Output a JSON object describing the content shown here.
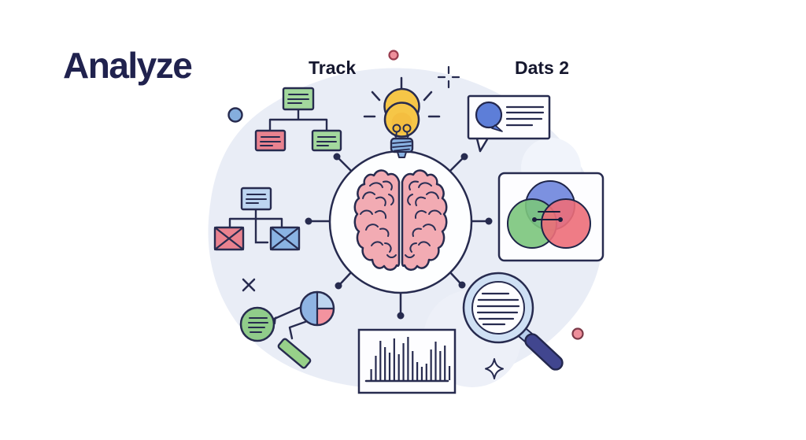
{
  "title": "Analyze",
  "labels": {
    "track": "Track",
    "dats": "Dats 2"
  },
  "palette": {
    "outline": "#272b4f",
    "background": "#ffffff",
    "blob": "#e9edf6",
    "panel_white": "#fdfdff",
    "green": "#a3d89d",
    "red_pink": "#e9828f",
    "blue_light": "#bdd5f1",
    "blue_mid": "#8ab3e3",
    "blue_dot": "#85aede",
    "bulb_yellow": "#f6c647",
    "brain_pink": "#f2abb3",
    "bubble_blue": "#5d7ed8",
    "venn_blue": "#6f86dd",
    "venn_green": "#7cc87c",
    "venn_red": "#ef6f79",
    "magnifier_ring": "#cfe0f4",
    "handle_indigo": "#41468f",
    "pie_blue": "#8fb4e3",
    "pie_blue_light": "#bdd5f0",
    "pie_pink": "#f3939f",
    "note_green": "#90cc8a",
    "marker_green": "#97d089",
    "pink_dot": "#ee8f9b"
  },
  "icons": {
    "hub": "brain-icon",
    "top": "lightbulb-icon",
    "top_left": "flowchart-icon",
    "left": "org-chart-mail-icon",
    "top_right": "chat-report-icon",
    "right": "venn-diagram-icon",
    "bottom_right": "magnifier-icon",
    "bottom": "bar-chart-icon",
    "bottom_left": "pie-chart-note-icon",
    "decorations": [
      "sparkle-plus-icon",
      "sparkle-star-icon",
      "x-mark-icon",
      "pink-dot",
      "blue-dot"
    ]
  },
  "bar_chart": {
    "type": "bar",
    "heights": [
      14,
      31,
      50,
      42,
      35,
      53,
      33,
      47,
      55,
      37,
      23,
      17,
      21,
      39,
      49,
      37,
      44,
      18
    ]
  }
}
